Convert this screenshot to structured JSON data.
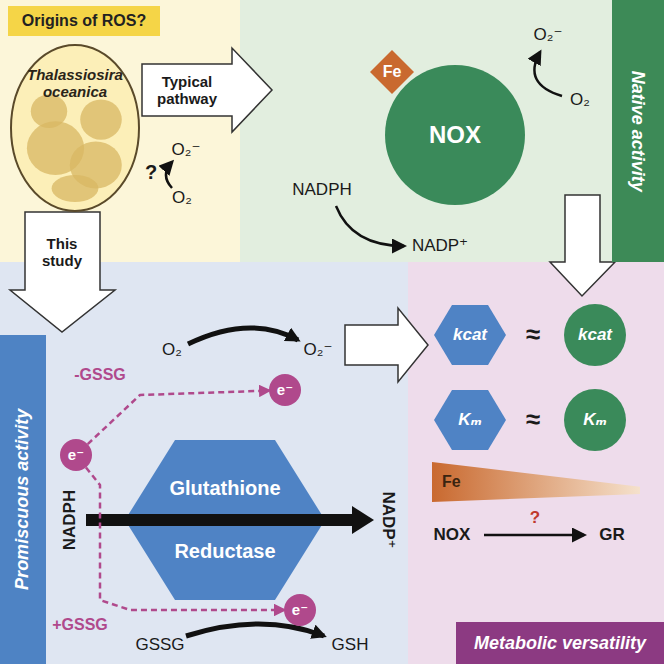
{
  "diagram": {
    "nodes": [
      {
        "text": [
          "Origins of ROS?"
        ]
      },
      {
        "text": [
          "Thalassiosira oceanica"
        ]
      },
      {
        "text": [
          "Native activity"
        ]
      },
      {
        "text": [
          "NOX"
        ]
      },
      {
        "text": [
          "Fe"
        ]
      },
      {
        "text": [
          "Promiscuous activity"
        ]
      },
      {
        "text": [
          "Glutathione",
          "Reductase"
        ]
      },
      {
        "text": [
          "e⁻"
        ]
      },
      {
        "text": [
          "e⁻"
        ]
      },
      {
        "text": [
          "e⁻"
        ]
      },
      {
        "text": [
          "kcat"
        ]
      },
      {
        "text": [
          "kcat"
        ]
      },
      {
        "text": [
          "Kₘ"
        ]
      },
      {
        "text": [
          "Kₘ"
        ]
      },
      {
        "text": [
          "Fe"
        ]
      },
      {
        "text": [
          "Metabolic versatility"
        ]
      }
    ],
    "edges": [
      {
        "from": 7,
        "to": 8,
        "label": "-GSSG",
        "arrow": "to"
      },
      {
        "from": 7,
        "to": 9,
        "label": "+GSSG",
        "arrow": "to"
      }
    ],
    "labels": [
      "?",
      "O₂⁻",
      "O₂",
      "Typical pathway",
      "This study",
      "O₂⁻",
      "O₂",
      "NADPH",
      "NADP⁺",
      "O₂",
      "O₂⁻",
      "NADPH",
      "NADP⁺",
      "GSSG",
      "GSH",
      "≈",
      "≈",
      "NOX",
      "?",
      "GR"
    ]
  }
}
